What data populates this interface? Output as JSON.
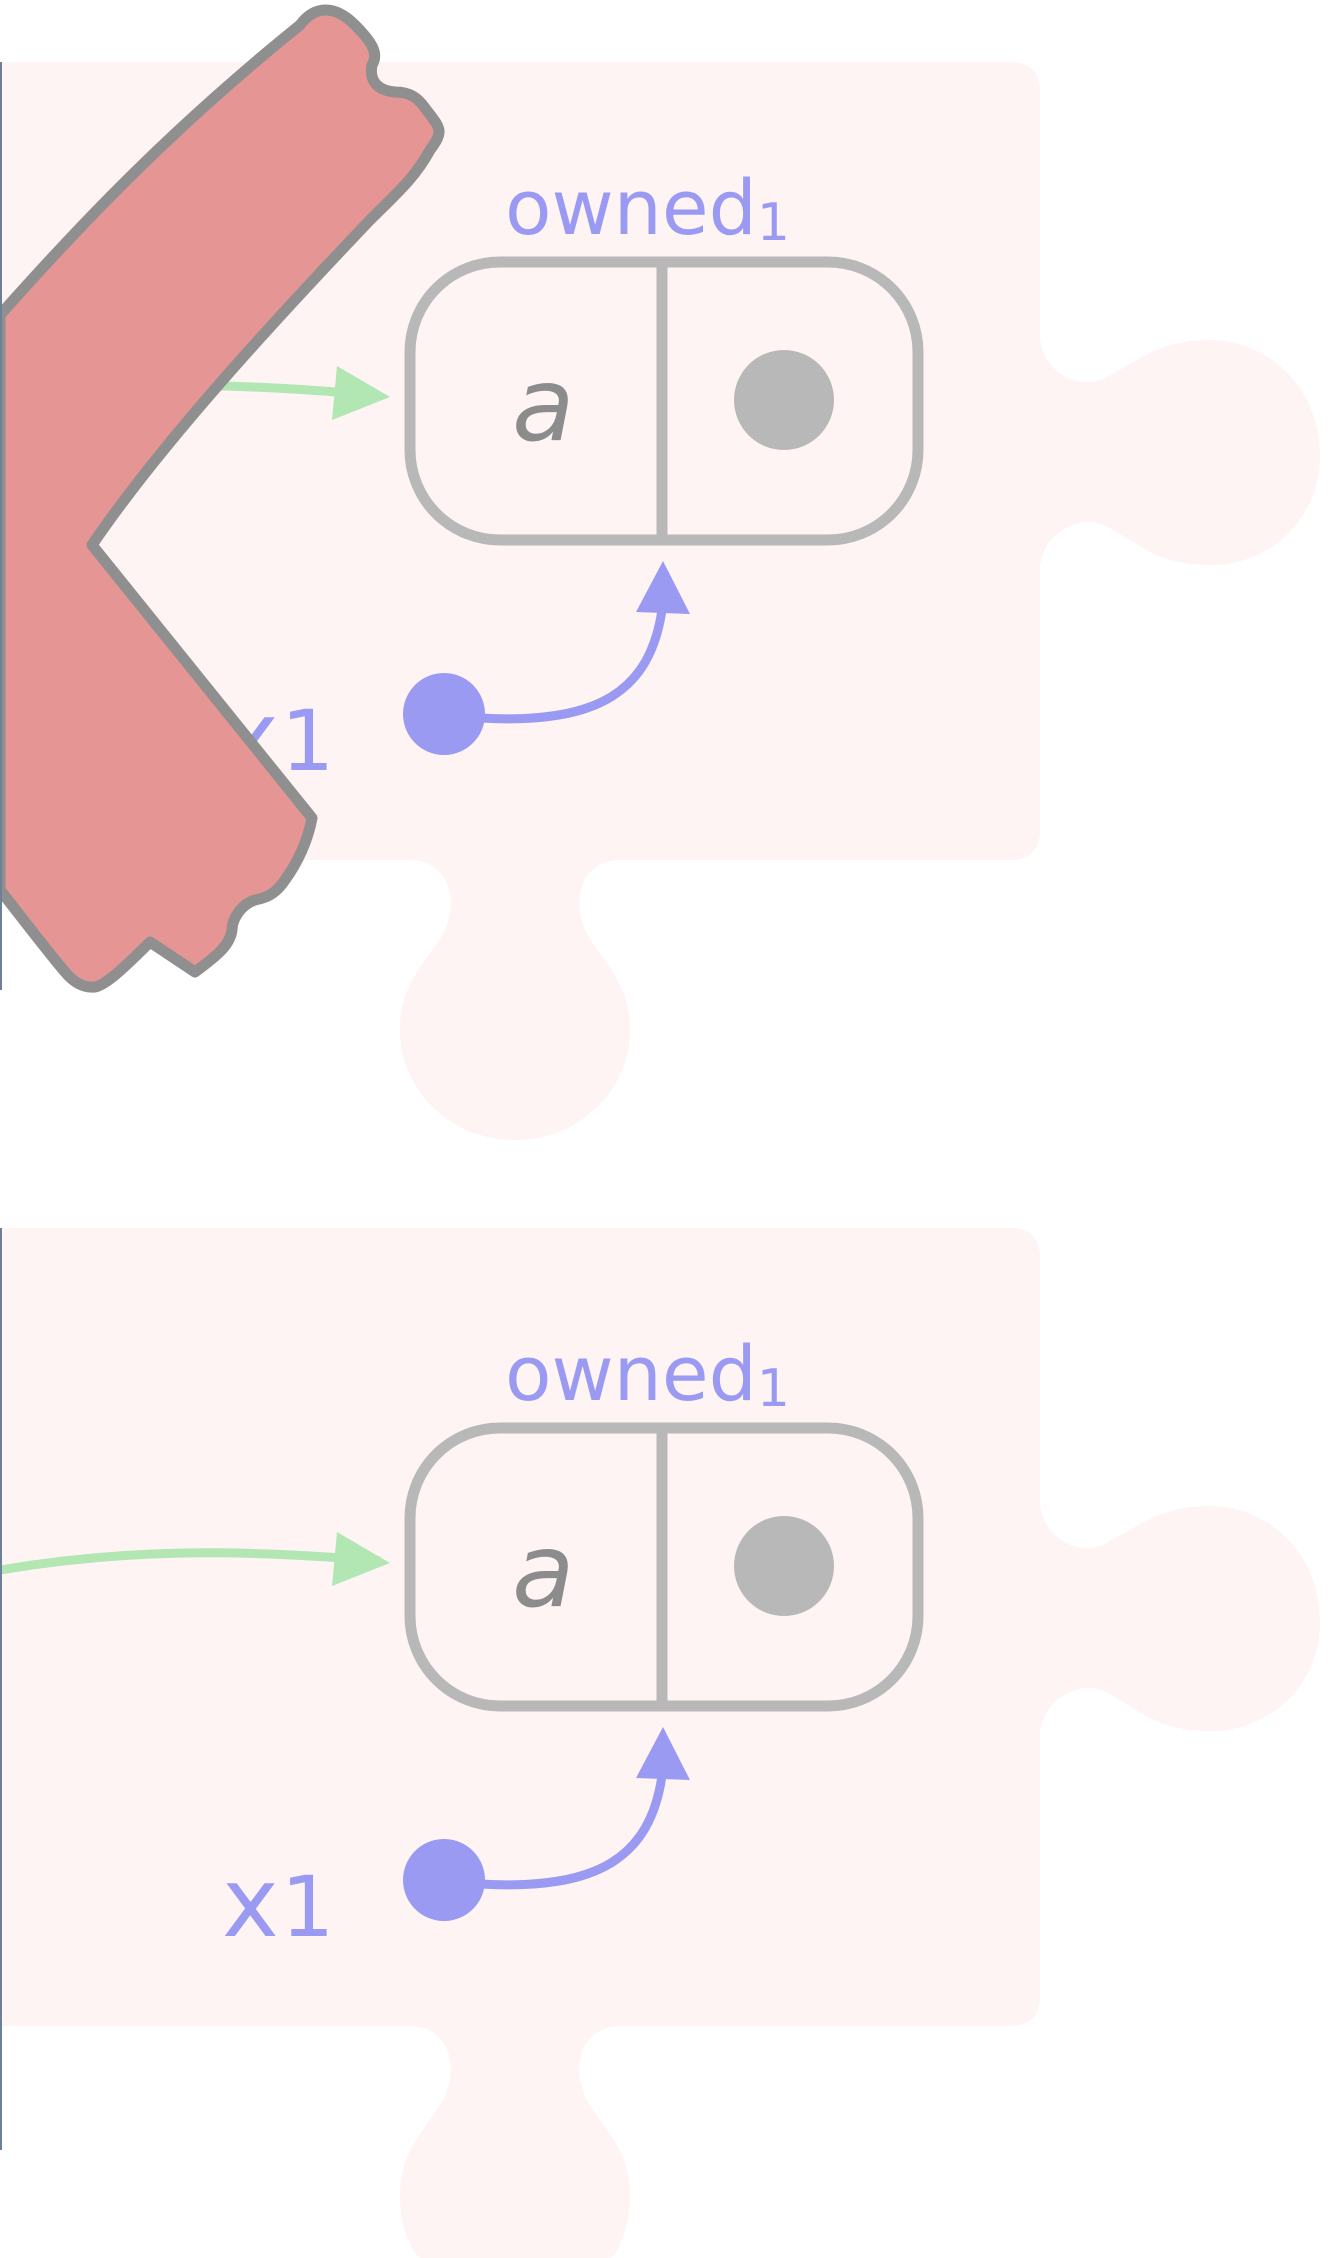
{
  "panels": [
    {
      "box_label": "owned",
      "box_label_subscript": "1",
      "field_label": "a",
      "variable_label": "x",
      "variable_subscript": "1",
      "has_red_shape": true
    },
    {
      "box_label": "owned",
      "box_label_subscript": "1",
      "field_label": "a",
      "variable_label": "x",
      "variable_subscript": "1",
      "has_red_shape": false
    }
  ],
  "colors": {
    "puzzle_background": "#fdf4f3",
    "box_border": "#b8b8b8",
    "box_fill": "#fdf4f3",
    "pointer_dot": "#b8b8b8",
    "variable_dot": "#9a9af2",
    "variable_arrow": "#9a9af2",
    "incoming_arrow": "#b2e6b2",
    "red_shape_fill": "#e59594",
    "red_shape_stroke": "#8f8f8f",
    "left_edge_line": "#6d7f99"
  }
}
